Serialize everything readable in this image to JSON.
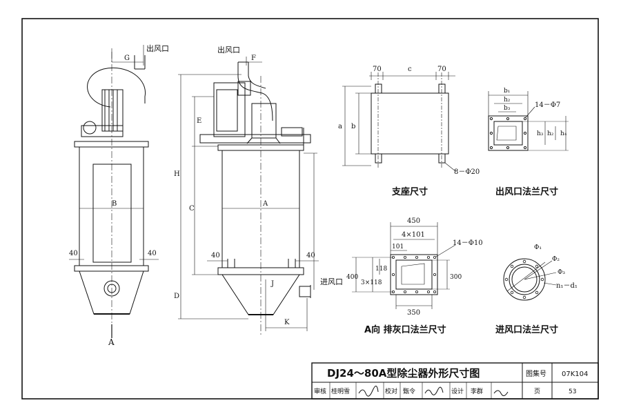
{
  "views": {
    "side": {
      "outlet": "出风口",
      "dim_g": "G",
      "dim_b": "B",
      "dim_40_left": "40",
      "dim_40_right": "40",
      "view_a": "A"
    },
    "front": {
      "outlet": "出风口",
      "dim_f": "F",
      "dim_e": "E",
      "dim_h": "H",
      "dim_c": "C",
      "dim_d": "D",
      "dim_a": "A",
      "dim_40_left": "40",
      "dim_40_right": "40",
      "dim_j": "J",
      "dim_k": "K",
      "inlet": "进风口"
    }
  },
  "support": {
    "dim_70_left": "70",
    "dim_c": "c",
    "dim_70_right": "70",
    "dim_a": "a",
    "dim_b": "b",
    "holes": "8－Φ20",
    "caption": "支座尺寸"
  },
  "outlet_flange": {
    "b1": "b₁",
    "b2": "h₂",
    "b3": "b₃",
    "holes": "14－Φ7",
    "h3": "h₃",
    "h2": "h₂",
    "h4": "h₄",
    "caption": "出风口法兰尺寸"
  },
  "ash_flange": {
    "w450": "450",
    "pitch": "4×101",
    "d101": "101",
    "holes": "14－Φ10",
    "d118": "118",
    "pitch3": "3×118",
    "d400": "400",
    "d300": "300",
    "w350": "350",
    "caption": "A向 排灰口法兰尺寸"
  },
  "inlet_flange": {
    "phi1": "Φ₁",
    "phi2": "Φ₂",
    "phi3": "Φ₃",
    "holes": "n₁－d₁",
    "caption": "进风口法兰尺寸"
  },
  "title_block": {
    "title": "DJ24～80A型除尘器外形尺寸图",
    "atlas_label": "图集号",
    "atlas_no": "07K104",
    "review_label": "审核",
    "reviewer": "桂明雪",
    "check_label": "校对",
    "checker": "甄令",
    "design_label": "设计",
    "designer": "李群",
    "page_label": "页",
    "page_no": "53"
  }
}
